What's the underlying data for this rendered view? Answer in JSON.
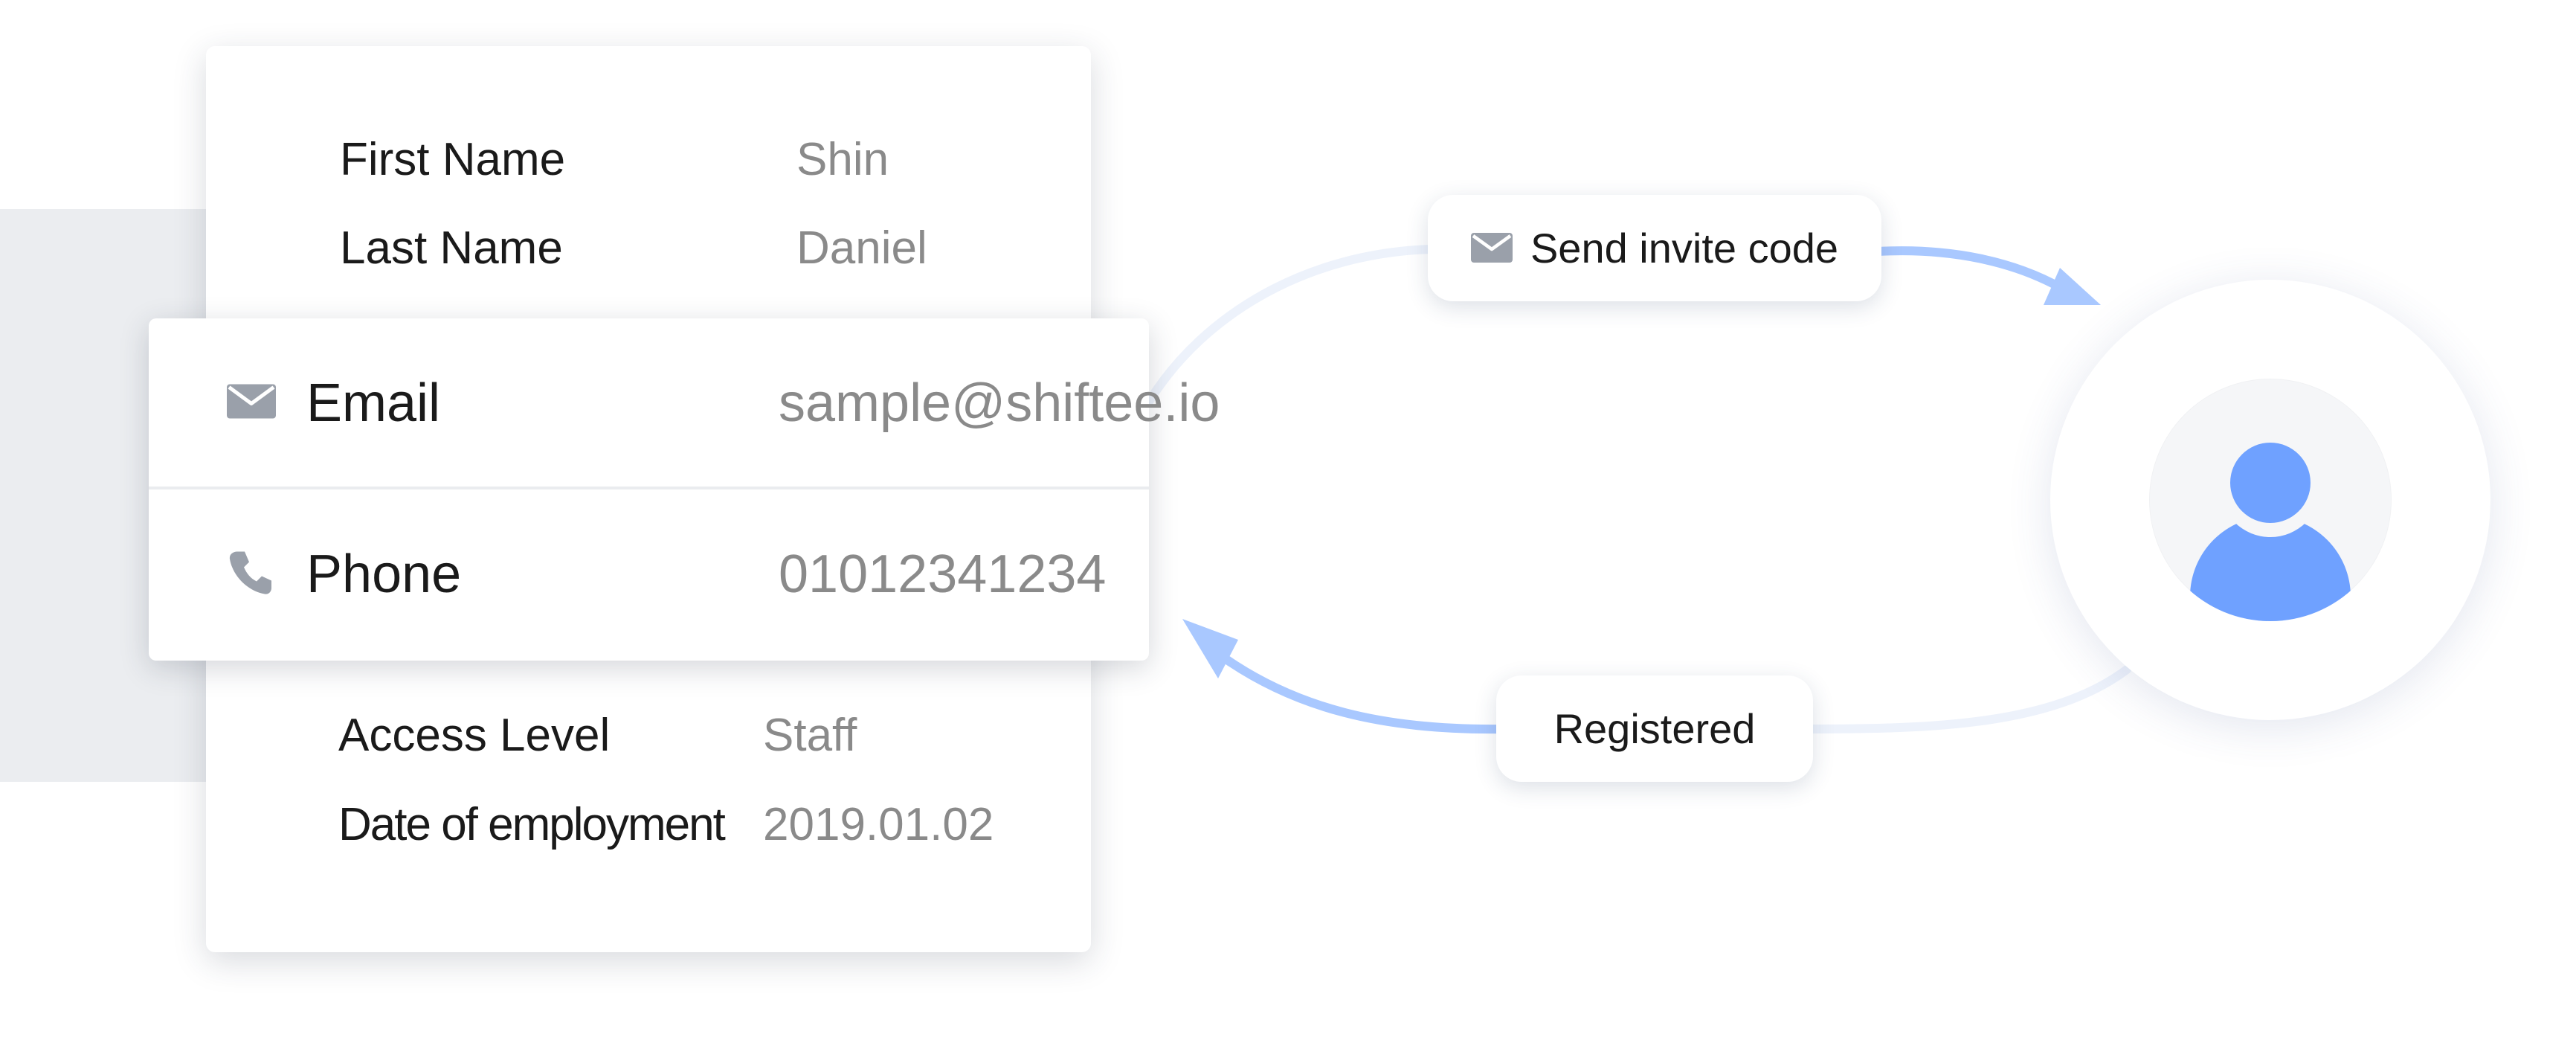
{
  "profile": {
    "first_name_label": "First Name",
    "first_name_value": "Shin",
    "last_name_label": "Last Name",
    "last_name_value": "Daniel",
    "access_level_label": "Access Level",
    "access_level_value": "Staff",
    "employment_label": "Date of employment",
    "employment_value": "2019.01.02"
  },
  "contact": {
    "email_label": "Email",
    "email_value": "sample@shiftee.io",
    "phone_label": "Phone",
    "phone_value": "01012341234"
  },
  "flow": {
    "invite_label": "Send invite code",
    "registered_label": "Registered"
  },
  "icons": {
    "email": "mail-icon",
    "phone": "phone-icon",
    "invite": "mail-icon",
    "user": "user-avatar-icon"
  },
  "colors": {
    "icon_gray": "#9aa0aa",
    "arrow_blue": "#a9c8ff",
    "arrow_faint": "#edf2fb",
    "avatar_blue": "#6fa1ff"
  }
}
